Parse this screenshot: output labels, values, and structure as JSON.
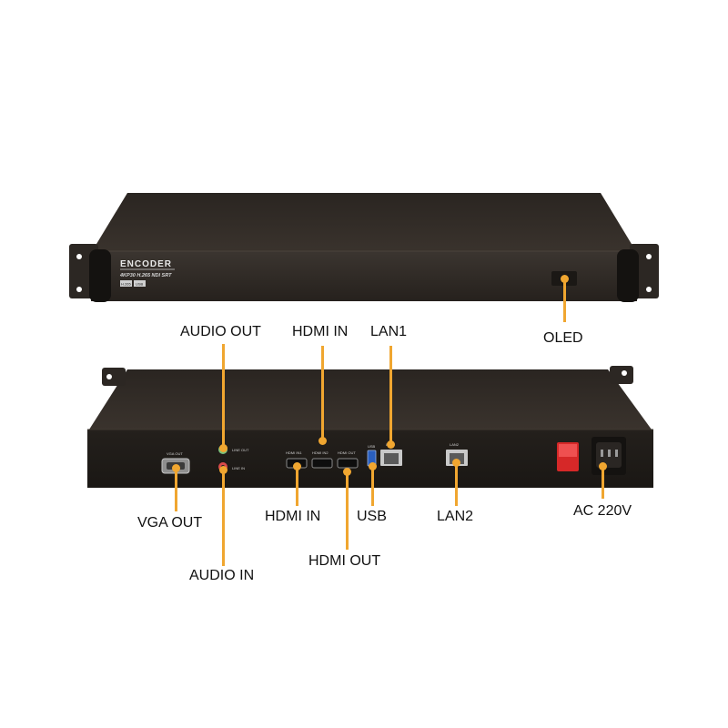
{
  "front_panel": {
    "brand": "ENCODER",
    "spec_line": "4KP30 H.265 NDI SRT",
    "badge_left": "H.265",
    "badge_right": "USB"
  },
  "rear_panel_markings": {
    "vga_out": "VGA OUT",
    "line_out": "LINE OUT",
    "line_in": "LINE IN",
    "hdmi_in_1": "HDMI IN1",
    "hdmi_in_2": "HDMI IN2",
    "hdmi_out": "HDMI OUT",
    "usb": "USB",
    "lan1": "LAN1",
    "lan2": "LAN2"
  },
  "callouts": {
    "audio_out": "AUDIO OUT",
    "hdmi_in_top": "HDMI IN",
    "lan1": "LAN1",
    "oled": "OLED",
    "vga_out": "VGA OUT",
    "hdmi_in_bottom": "HDMI IN",
    "usb": "USB",
    "lan2": "LAN2",
    "ac_220v": "AC 220V",
    "hdmi_out": "HDMI OUT",
    "audio_in": "AUDIO IN"
  },
  "colors": {
    "callout_line": "#f0a630",
    "chassis": "#2d2824",
    "power_switch": "#d62828"
  }
}
